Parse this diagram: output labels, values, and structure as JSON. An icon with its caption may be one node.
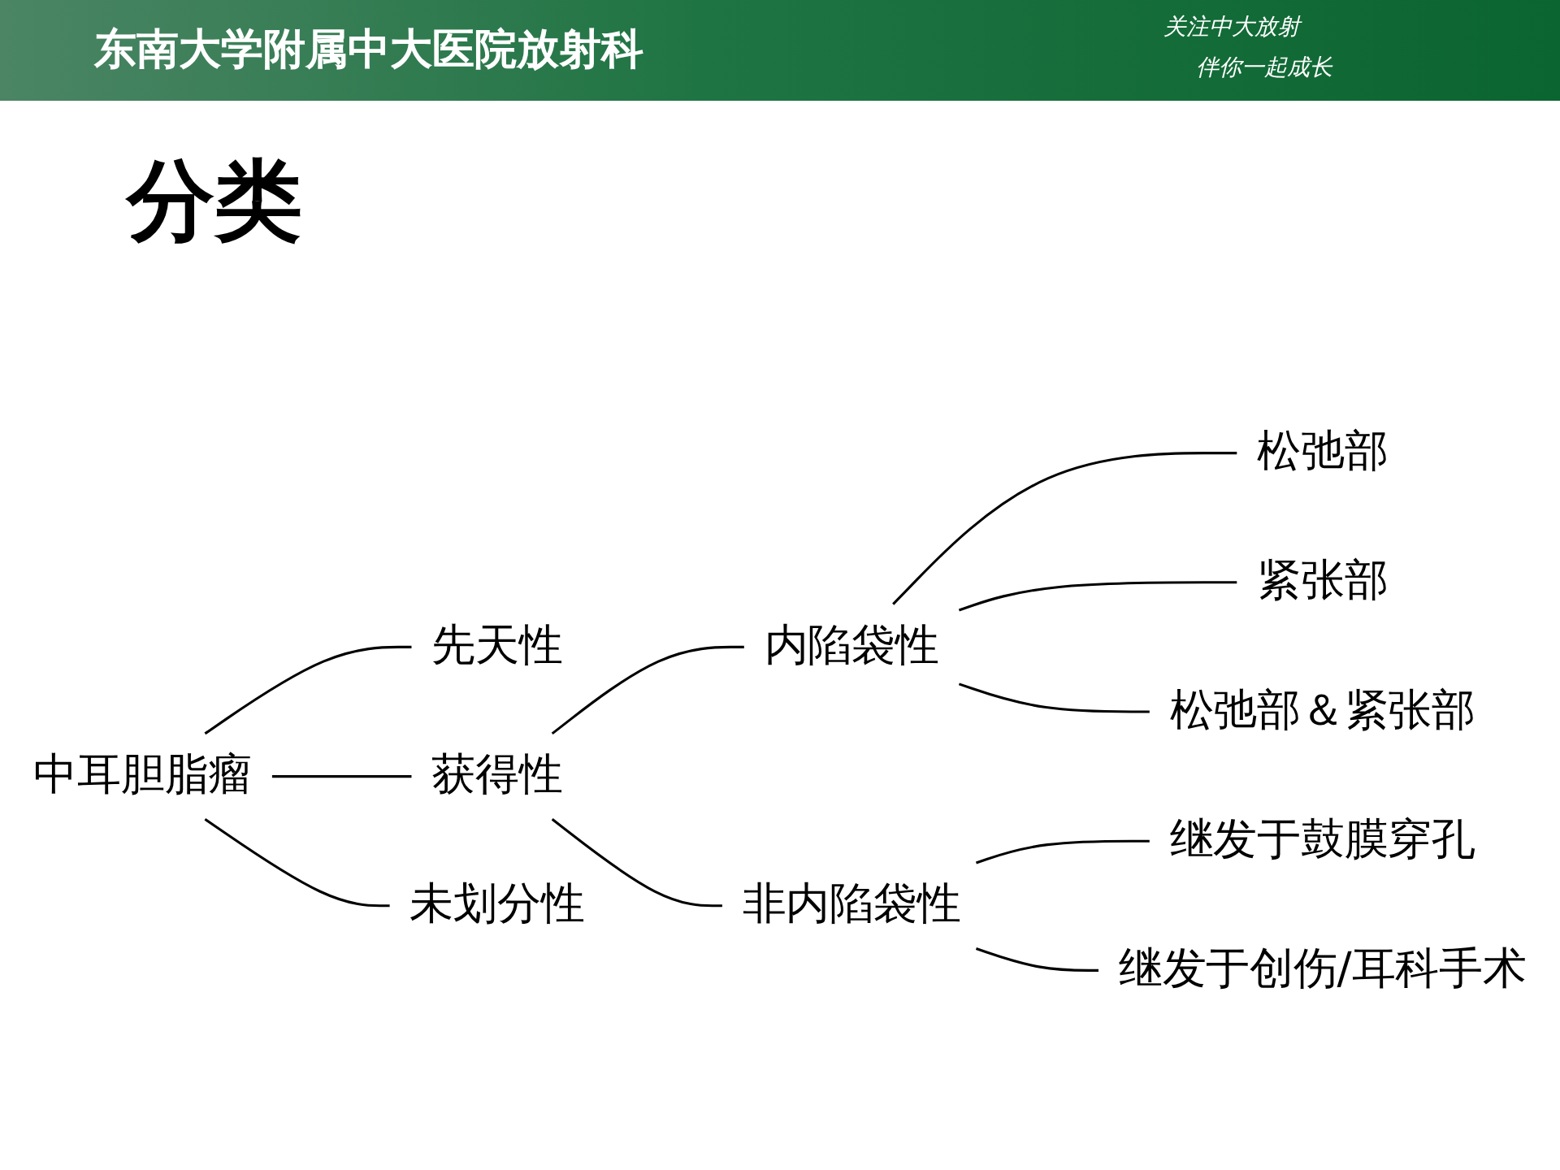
{
  "diagram": {
    "title": "分类",
    "nodes": [
      {
        "text": [
          "中耳胆脂瘤"
        ]
      },
      {
        "text": [
          "先天性"
        ]
      },
      {
        "text": [
          "获得性"
        ]
      },
      {
        "text": [
          "内陷袋性"
        ]
      },
      {
        "text": [
          "松弛部"
        ]
      },
      {
        "text": [
          "紧张部"
        ]
      },
      {
        "text": [
          "松弛部＆紧张部"
        ]
      },
      {
        "text": [
          "非内陷袋性"
        ]
      },
      {
        "text": [
          "继发于鼓膜穿孔"
        ]
      },
      {
        "text": [
          "继发于创伤/耳科手术"
        ]
      },
      {
        "text": [
          "未划分性"
        ]
      }
    ],
    "edges": [
      {
        "from": 0,
        "to": 1,
        "arrow": "none"
      },
      {
        "from": 0,
        "to": 2,
        "arrow": "none"
      },
      {
        "from": 0,
        "to": 10,
        "arrow": "none"
      },
      {
        "from": 2,
        "to": 3,
        "arrow": "none"
      },
      {
        "from": 2,
        "to": 7,
        "arrow": "none"
      },
      {
        "from": 3,
        "to": 4,
        "arrow": "none"
      },
      {
        "from": 3,
        "to": 5,
        "arrow": "none"
      },
      {
        "from": 3,
        "to": 6,
        "arrow": "none"
      },
      {
        "from": 7,
        "to": 8,
        "arrow": "none"
      },
      {
        "from": 7,
        "to": 9,
        "arrow": "none"
      }
    ],
    "labels": [
      "东南大学附属中大医院放射科",
      "关注中大放射",
      "伴你一起成长"
    ]
  }
}
